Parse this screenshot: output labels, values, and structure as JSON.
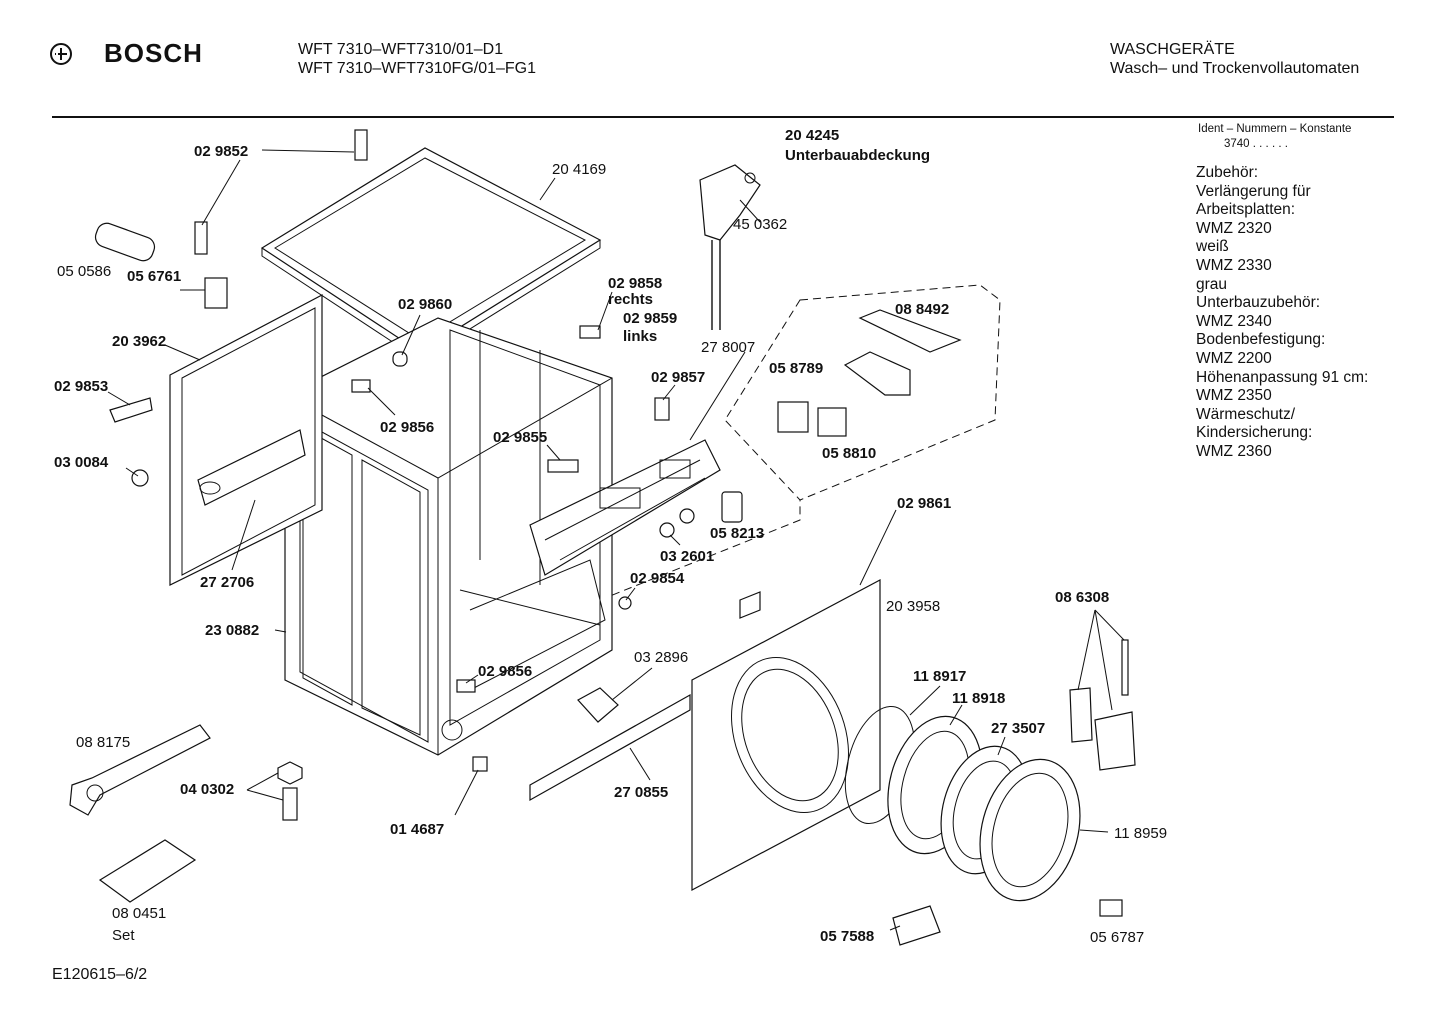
{
  "header": {
    "brand": "BOSCH",
    "model_line1": "WFT 7310–WFT7310/01–D1",
    "model_line2": "WFT 7310–WFT7310FG/01–FG1",
    "category": "WASCHGERÄTE",
    "subcategory": "Wasch– und Trockenvollautomaten"
  },
  "sidebar": {
    "ident_label": "Ident – Nummern – Konstante",
    "ident_value": "3740  .  .  .  .  .  .",
    "lines": [
      "Zubehör:",
      "Verlängerung für",
      "Arbeitsplatten:",
      "WMZ 2320",
      "weiß",
      "WMZ 2330",
      "grau",
      "Unterbauzubehör:",
      "WMZ 2340",
      "Bodenbefestigung:",
      "WMZ 2200",
      "Höhenanpassung 91 cm:",
      "WMZ 2350",
      "Wärmeschutz/",
      "Kindersicherung:",
      "WMZ 2360"
    ]
  },
  "footer": {
    "drawing_id": "E120615–6/2"
  },
  "parts": [
    {
      "id": "029852",
      "label": "02 9852",
      "bold": true
    },
    {
      "id": "204169",
      "label": "20 4169",
      "bold": false
    },
    {
      "id": "204245",
      "label": "20 4245",
      "bold": true
    },
    {
      "id": "unterbau",
      "label": "Unterbauabdeckung",
      "bold": true
    },
    {
      "id": "450362",
      "label": "45 0362",
      "bold": false
    },
    {
      "id": "050586",
      "label": "05 0586",
      "bold": false
    },
    {
      "id": "056761",
      "label": "05 6761",
      "bold": true
    },
    {
      "id": "029858",
      "label": "02 9858",
      "bold": true
    },
    {
      "id": "rechts",
      "label": "rechts",
      "bold": true
    },
    {
      "id": "029859",
      "label": "02 9859",
      "bold": true
    },
    {
      "id": "links",
      "label": "links",
      "bold": true
    },
    {
      "id": "088492",
      "label": "08 8492",
      "bold": true
    },
    {
      "id": "029860",
      "label": "02 9860",
      "bold": true
    },
    {
      "id": "203962",
      "label": "20 3962",
      "bold": true
    },
    {
      "id": "278007",
      "label": "27 8007",
      "bold": false
    },
    {
      "id": "058789",
      "label": "05 8789",
      "bold": true
    },
    {
      "id": "029853",
      "label": "02 9853",
      "bold": true
    },
    {
      "id": "029857",
      "label": "02 9857",
      "bold": true
    },
    {
      "id": "029856a",
      "label": "02 9856",
      "bold": true
    },
    {
      "id": "029855",
      "label": "02 9855",
      "bold": true
    },
    {
      "id": "030084",
      "label": "03 0084",
      "bold": true
    },
    {
      "id": "058810",
      "label": "05 8810",
      "bold": true
    },
    {
      "id": "029861",
      "label": "02 9861",
      "bold": true
    },
    {
      "id": "058213",
      "label": "05 8213",
      "bold": true
    },
    {
      "id": "032601",
      "label": "03 2601",
      "bold": true
    },
    {
      "id": "272706",
      "label": "27 2706",
      "bold": true
    },
    {
      "id": "029854",
      "label": "02 9854",
      "bold": true
    },
    {
      "id": "203958",
      "label": "20 3958",
      "bold": false
    },
    {
      "id": "086308",
      "label": "08 6308",
      "bold": true
    },
    {
      "id": "230882",
      "label": "23 0882",
      "bold": true
    },
    {
      "id": "032896",
      "label": "03 2896",
      "bold": false
    },
    {
      "id": "029856b",
      "label": "02 9856",
      "bold": true
    },
    {
      "id": "118917",
      "label": "11 8917",
      "bold": true
    },
    {
      "id": "118918",
      "label": "11 8918",
      "bold": true
    },
    {
      "id": "273507",
      "label": "27 3507",
      "bold": true
    },
    {
      "id": "088175",
      "label": "08 8175",
      "bold": false
    },
    {
      "id": "040302",
      "label": "04 0302",
      "bold": true
    },
    {
      "id": "270855",
      "label": "27 0855",
      "bold": true
    },
    {
      "id": "014687",
      "label": "01 4687",
      "bold": true
    },
    {
      "id": "118959",
      "label": "11 8959",
      "bold": false
    },
    {
      "id": "057588",
      "label": "05 7588",
      "bold": true
    },
    {
      "id": "056787",
      "label": "05 6787",
      "bold": false
    },
    {
      "id": "080451",
      "label": "08 0451",
      "bold": false
    },
    {
      "id": "set",
      "label": "Set",
      "bold": false
    }
  ]
}
